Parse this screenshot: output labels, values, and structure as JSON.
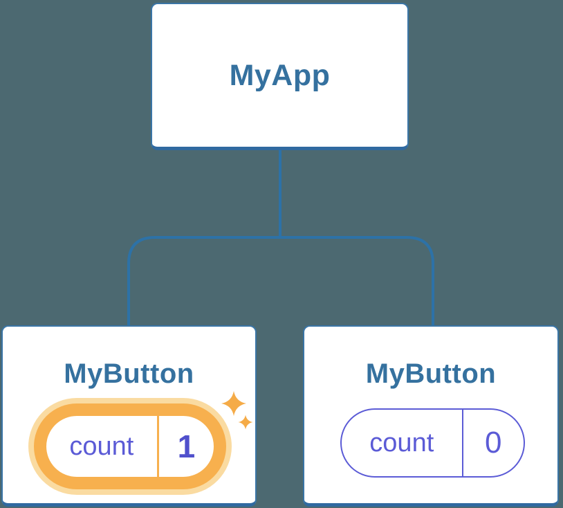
{
  "colors": {
    "background": "#4C6971",
    "connector_line": "#2D72A7",
    "card_background": "#FFFFFF",
    "card_border": "#3A75A6",
    "card_border_bottom": "#3069A0",
    "heading_text": "#35719F",
    "state_purple": "#5B5BD6",
    "state_value_highlight": "#5050CC",
    "highlight_orange": "#F7B04E",
    "highlight_halo": "#FADBA1",
    "sparkle_orange": "#F5AB47"
  },
  "tree": {
    "root": {
      "label": "MyApp"
    },
    "children": [
      {
        "label": "MyButton",
        "highlighted": true,
        "icon": "sparkle-icon",
        "state": {
          "key": "count",
          "value": "1"
        }
      },
      {
        "label": "MyButton",
        "highlighted": false,
        "state": {
          "key": "count",
          "value": "0"
        }
      }
    ]
  }
}
